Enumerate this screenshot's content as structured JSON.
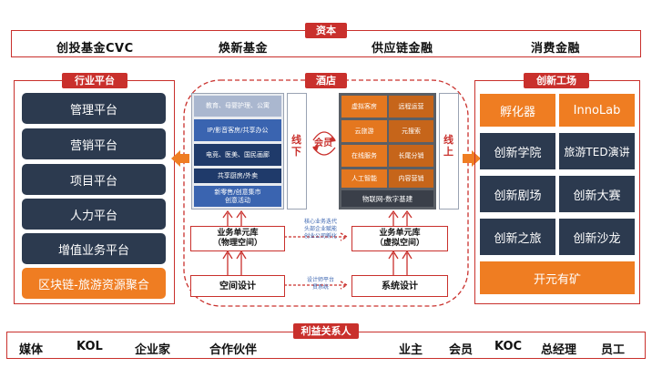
{
  "top": {
    "tag": "资本",
    "items": [
      "创投基金CVC",
      "焕新基金",
      "供应链金融",
      "消费金融"
    ]
  },
  "left": {
    "tag": "行业平台",
    "items": [
      "管理平台",
      "营销平台",
      "项目平台",
      "人力平台",
      "增值业务平台"
    ],
    "highlight": "区块链-旅游资源聚合"
  },
  "center": {
    "tag": "酒店",
    "left_tiles": [
      "教育、母婴护理、公寓",
      "IP/影音客房/共享办公",
      "电竞、医美、国民画廊",
      "共享厨房/外卖",
      "新零售/创意集市\n创意活动"
    ],
    "offline_label": "线下",
    "member_label": "会员",
    "online_label": "线上",
    "right_tiles": [
      "虚拟客房",
      "远程运营",
      "云旅游",
      "元搜索",
      "在线服务",
      "长尾分销",
      "人工智能",
      "内容营销"
    ],
    "right_bottom": "物联网-数字基建",
    "unit_left_line1": "业务单元库",
    "unit_left_line2": "（物理空间）",
    "unit_right_line1": "业务单元库",
    "unit_right_line2": "（虚拟空间）",
    "mid_note": "核心业务迭代\n头部企业赋能\n创业公司孵化",
    "design_left": "空间设计",
    "design_right": "系统设计",
    "design_note": "设计师平台\n贯系统"
  },
  "right": {
    "tag": "创新工场",
    "items": [
      "孵化器",
      "InnoLab",
      "创新学院",
      "旅游TED演讲",
      "创新剧场",
      "创新大赛",
      "创新之旅",
      "创新沙龙"
    ],
    "bottom": "开元有矿"
  },
  "bottom": {
    "tag": "利益关系人",
    "items": [
      "媒体",
      "KOL",
      "企业家",
      "合作伙伴",
      "业主",
      "会员",
      "KOC",
      "总经理",
      "员工"
    ]
  },
  "colors": {
    "red": "#c9302c",
    "navy": "#2c3a4f",
    "orange": "#ef7d22"
  }
}
